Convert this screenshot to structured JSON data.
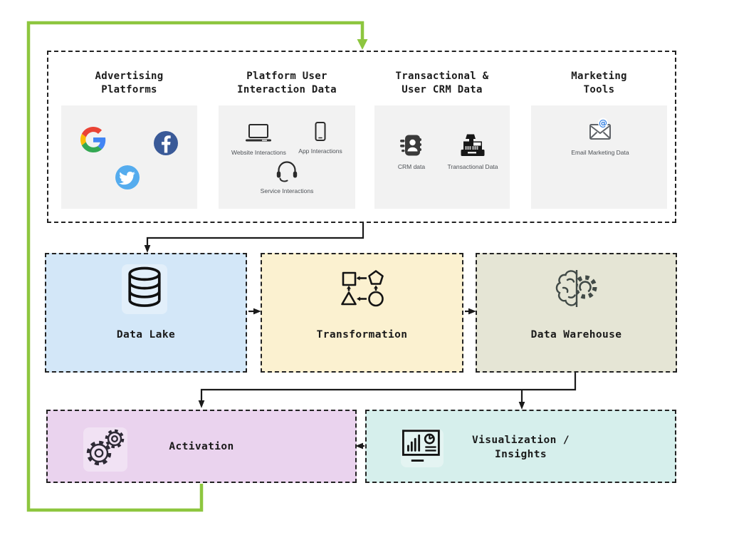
{
  "colors": {
    "accent_green": "#8dc63f",
    "line_black": "#1a1a1a",
    "source_panel_fill": "#f2f2f2",
    "data_lake_fill": "#d3e7f8",
    "transformation_fill": "#fbf1d0",
    "warehouse_fill": "#e5e5d5",
    "activation_fill": "#ead3ee",
    "visualization_fill": "#d6efec",
    "facebook_blue": "#3a5a98",
    "twitter_blue": "#55acee",
    "email_at_blue": "#2f7de1"
  },
  "sources": {
    "sections": [
      {
        "title": "Advertising\nPlatforms",
        "icons": [
          "google-icon",
          "facebook-icon",
          "twitter-icon"
        ]
      },
      {
        "title": "Platform User\nInteraction Data",
        "items": [
          {
            "label": "Website Interactions",
            "icon": "laptop-icon"
          },
          {
            "label": "App Interactions",
            "icon": "smartphone-icon"
          },
          {
            "label": "Service Interactions",
            "icon": "headset-icon"
          }
        ]
      },
      {
        "title": "Transactional &\nUser CRM Data",
        "items": [
          {
            "label": "CRM data",
            "icon": "contact-book-icon"
          },
          {
            "label": "Transactional Data",
            "icon": "cash-register-icon"
          }
        ]
      },
      {
        "title": "Marketing\nTools",
        "items": [
          {
            "label": "Email Marketing Data",
            "icon": "email-at-icon"
          }
        ]
      }
    ]
  },
  "stages": {
    "data_lake": {
      "label": "Data Lake",
      "icon": "database-icon"
    },
    "transformation": {
      "label": "Transformation",
      "icon": "shapes-transform-icon"
    },
    "data_warehouse": {
      "label": "Data Warehouse",
      "icon": "brain-gear-icon"
    },
    "activation": {
      "label": "Activation",
      "icon": "gears-icon"
    },
    "visualization": {
      "label": "Visualization /\nInsights",
      "icon": "dashboard-chart-icon"
    }
  },
  "flow": [
    {
      "from": "data-sources",
      "to": "data-lake"
    },
    {
      "from": "data-lake",
      "to": "transformation"
    },
    {
      "from": "transformation",
      "to": "data-warehouse"
    },
    {
      "from": "data-warehouse",
      "to": "activation"
    },
    {
      "from": "data-warehouse",
      "to": "visualization-insights"
    },
    {
      "from": "visualization-insights",
      "to": "activation"
    },
    {
      "from": "activation",
      "to": "data-sources",
      "style": "green-feedback-loop"
    }
  ]
}
